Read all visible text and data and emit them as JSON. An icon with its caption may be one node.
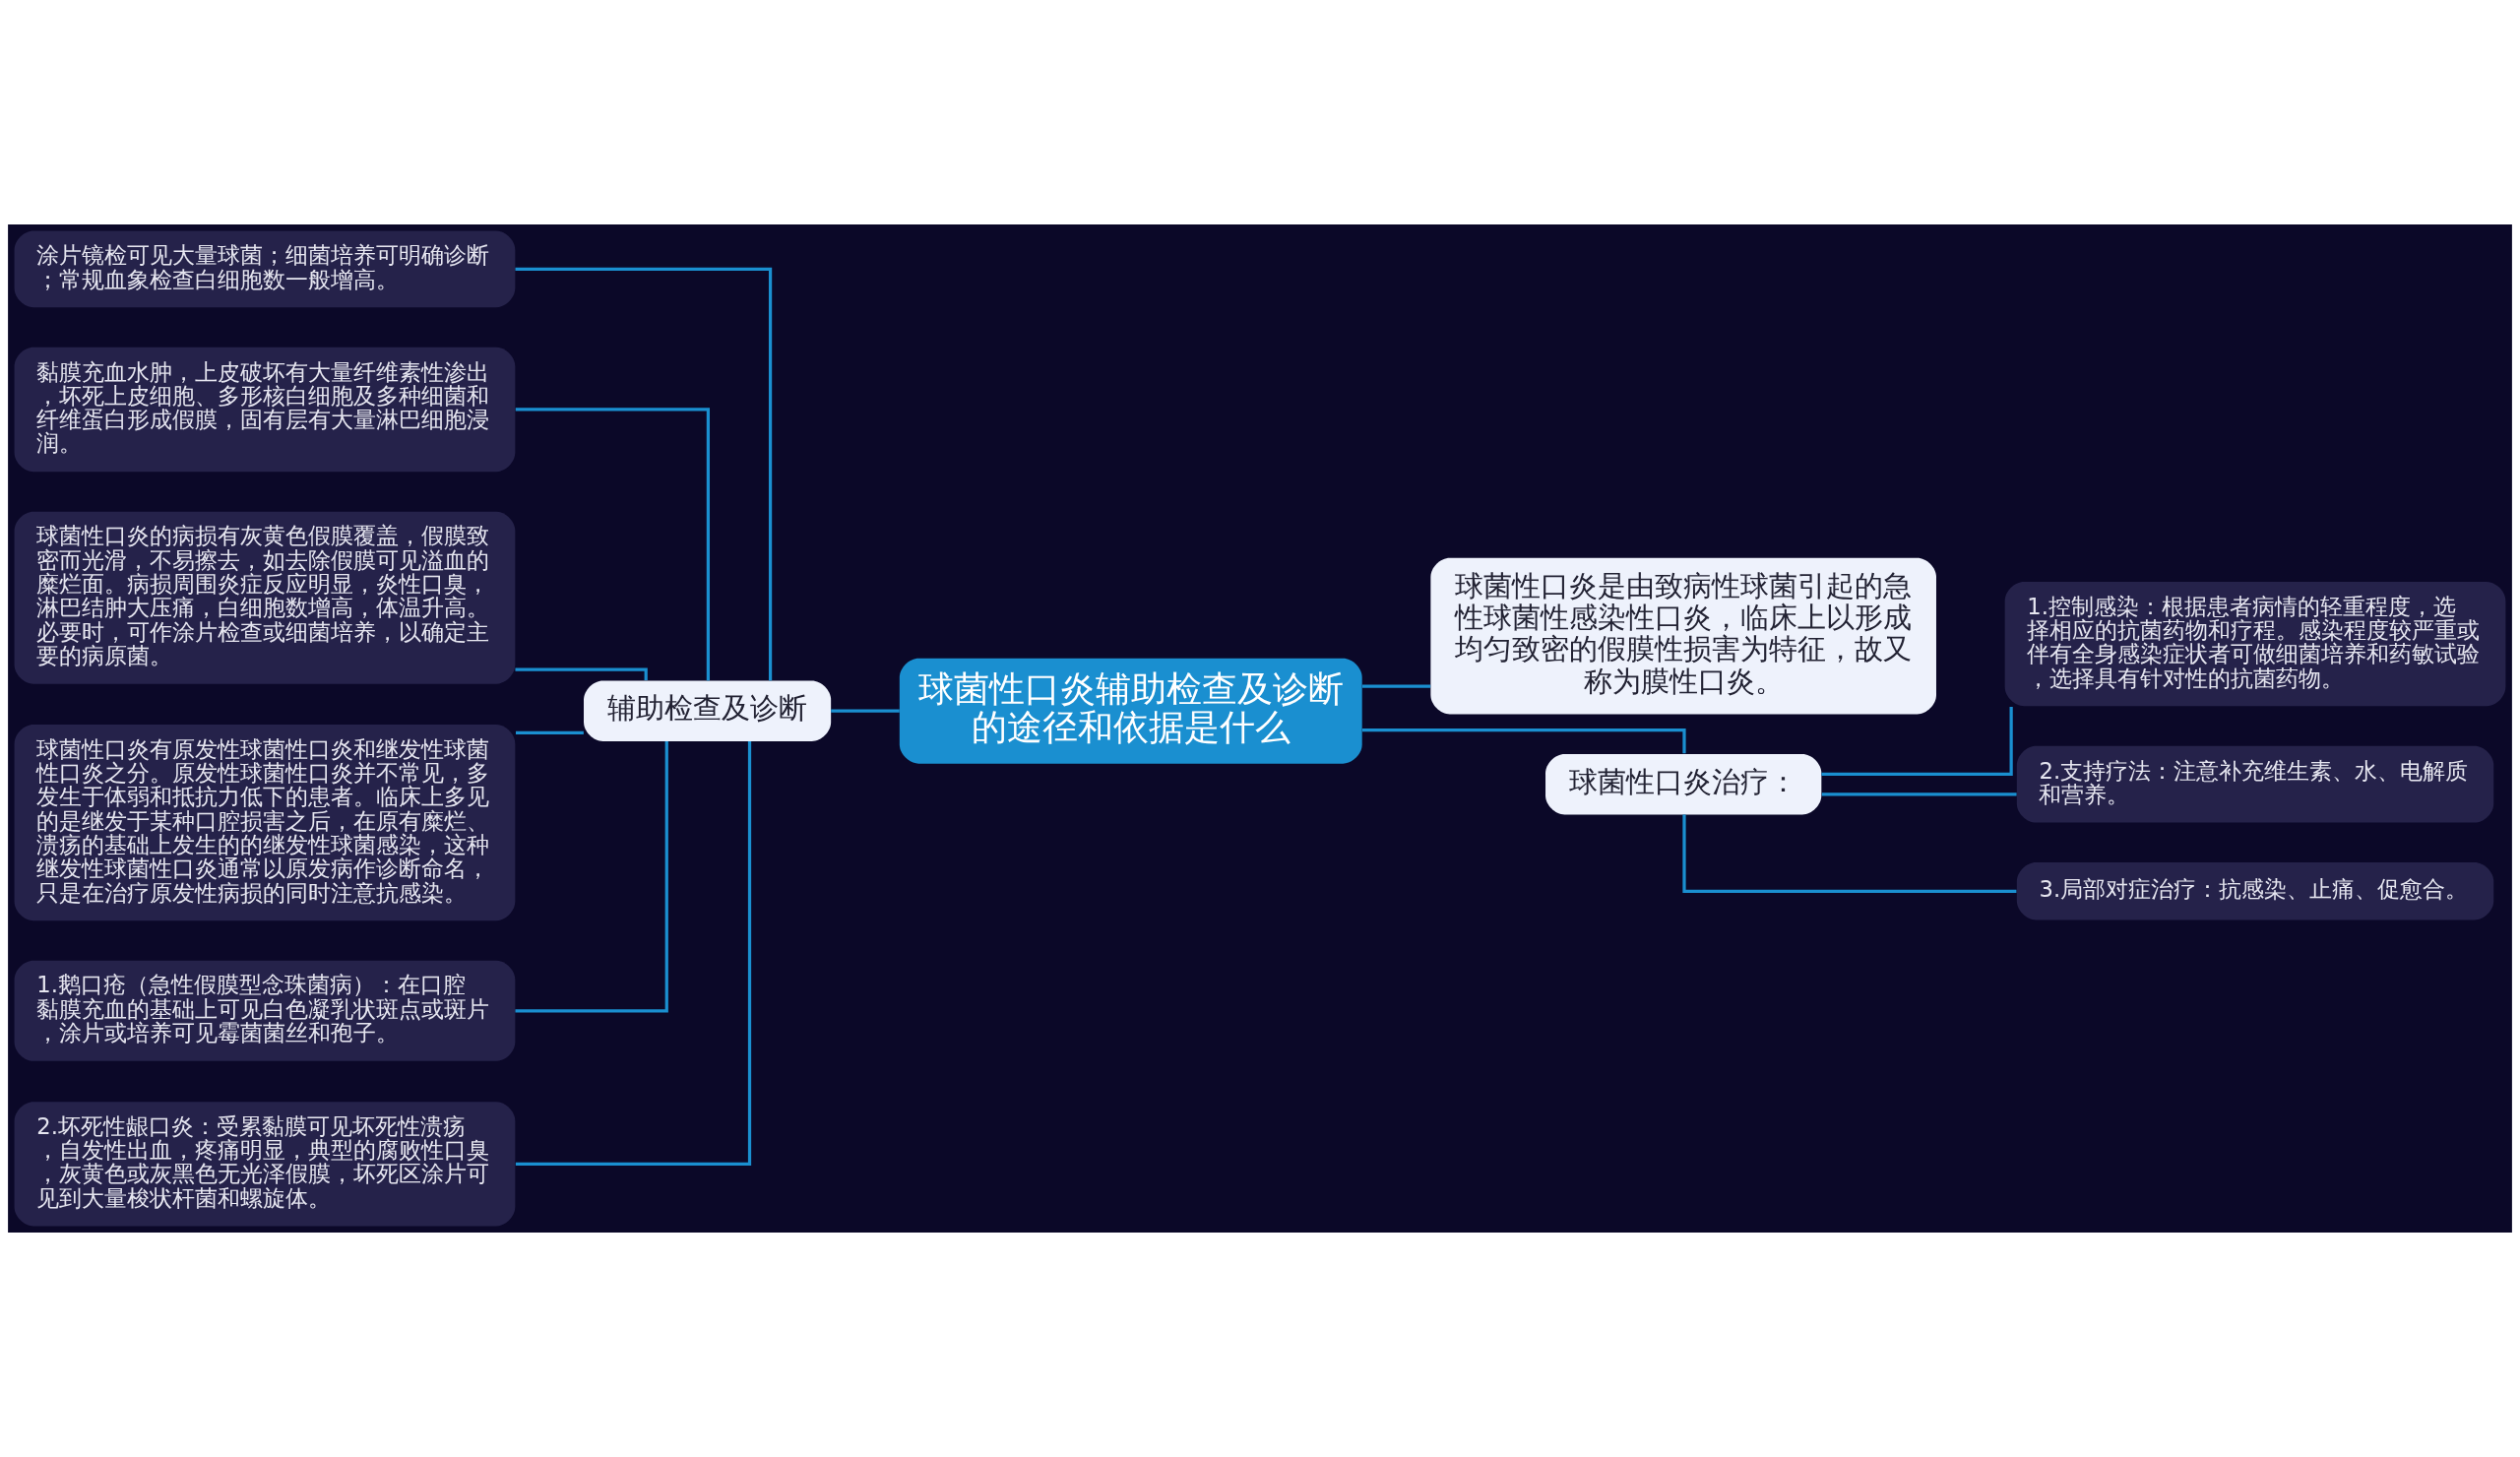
{
  "diagram": {
    "nodes": [
      {
        "text": [
          "球菌性口炎辅助检查及诊断的途径和依据是什么"
        ]
      },
      {
        "text": [
          "辅助检查及诊断"
        ]
      },
      {
        "text": [
          "涂片镜检可见大量球菌；细菌培养可明确诊断；常规血象检查白细胞数一般增高。"
        ]
      },
      {
        "text": [
          "黏膜充血水肿，上皮破坏有大量纤维素性渗出，坏死上皮细胞、多形核白细胞及多种细菌和纤维蛋白形成假膜，固有层有大量淋巴细胞浸润。"
        ]
      },
      {
        "text": [
          "球菌性口炎的病损有灰黄色假膜覆盖，假膜致密而光滑，不易擦去，如去除假膜可见溢血的糜烂面。病损周围炎症反应明显，炎性口臭，淋巴结肿大压痛，白细胞数增高，体温升高。必要时，可作涂片检查或细菌培养，以确定主要的病原菌。"
        ]
      },
      {
        "text": [
          "球菌性口炎有原发性球菌性口炎和继发性球菌性口炎之分。原发性球菌性口炎并不常见，多发生于体弱和抵抗力低下的患者。临床上多见的是继发于某种口腔损害之后，在原有糜烂、溃疡的基础上发生的的继发性球菌感染，这种继发性球菌性口炎通常以原发病作诊断命名，只是在治疗原发性病损的同时注意抗感染。"
        ]
      },
      {
        "text": [
          "1.鹅口疮（急性假膜型念珠菌病）：在口腔黏膜充血的基础上可见白色凝乳状斑点或斑片，涂片或培养可见霉菌菌丝和孢子。"
        ]
      },
      {
        "text": [
          "2.坏死性龈口炎：受累黏膜可见坏死性溃疡，自发性出血，疼痛明显，典型的腐败性口臭，灰黄色或灰黑色无光泽假膜，坏死区涂片可见到大量梭状杆菌和螺旋体。"
        ]
      },
      {
        "text": [
          "球菌性口炎是由致病性球菌引起的急性球菌性感染性口炎，临床上以形成均匀致密的假膜性损害为特征，故又称为膜性口炎。"
        ]
      },
      {
        "text": [
          "球菌性口炎治疗："
        ]
      },
      {
        "text": [
          "1.控制感染：根据患者病情的轻重程度，选择相应的抗菌药物和疗程。感染程度较严重或伴有全身感染症状者可做细菌培养和药敏试验，选择具有针对性的抗菌药物。"
        ]
      },
      {
        "text": [
          "2.支持疗法：注意补充维生素、水、电解质和营养。"
        ]
      },
      {
        "text": [
          "3.局部对症治疗：抗感染、止痛、促愈合。"
        ]
      }
    ],
    "edges": [
      {
        "from": 0,
        "to": 1,
        "arrow": "none"
      },
      {
        "from": 1,
        "to": 2,
        "arrow": "none"
      },
      {
        "from": 1,
        "to": 3,
        "arrow": "none"
      },
      {
        "from": 1,
        "to": 4,
        "arrow": "none"
      },
      {
        "from": 1,
        "to": 5,
        "arrow": "none"
      },
      {
        "from": 1,
        "to": 6,
        "arrow": "none"
      },
      {
        "from": 1,
        "to": 7,
        "arrow": "none"
      },
      {
        "from": 0,
        "to": 8,
        "arrow": "none"
      },
      {
        "from": 0,
        "to": 9,
        "arrow": "none"
      },
      {
        "from": 9,
        "to": 10,
        "arrow": "none"
      },
      {
        "from": 9,
        "to": 11,
        "arrow": "none"
      },
      {
        "from": 9,
        "to": 12,
        "arrow": "none"
      }
    ]
  }
}
